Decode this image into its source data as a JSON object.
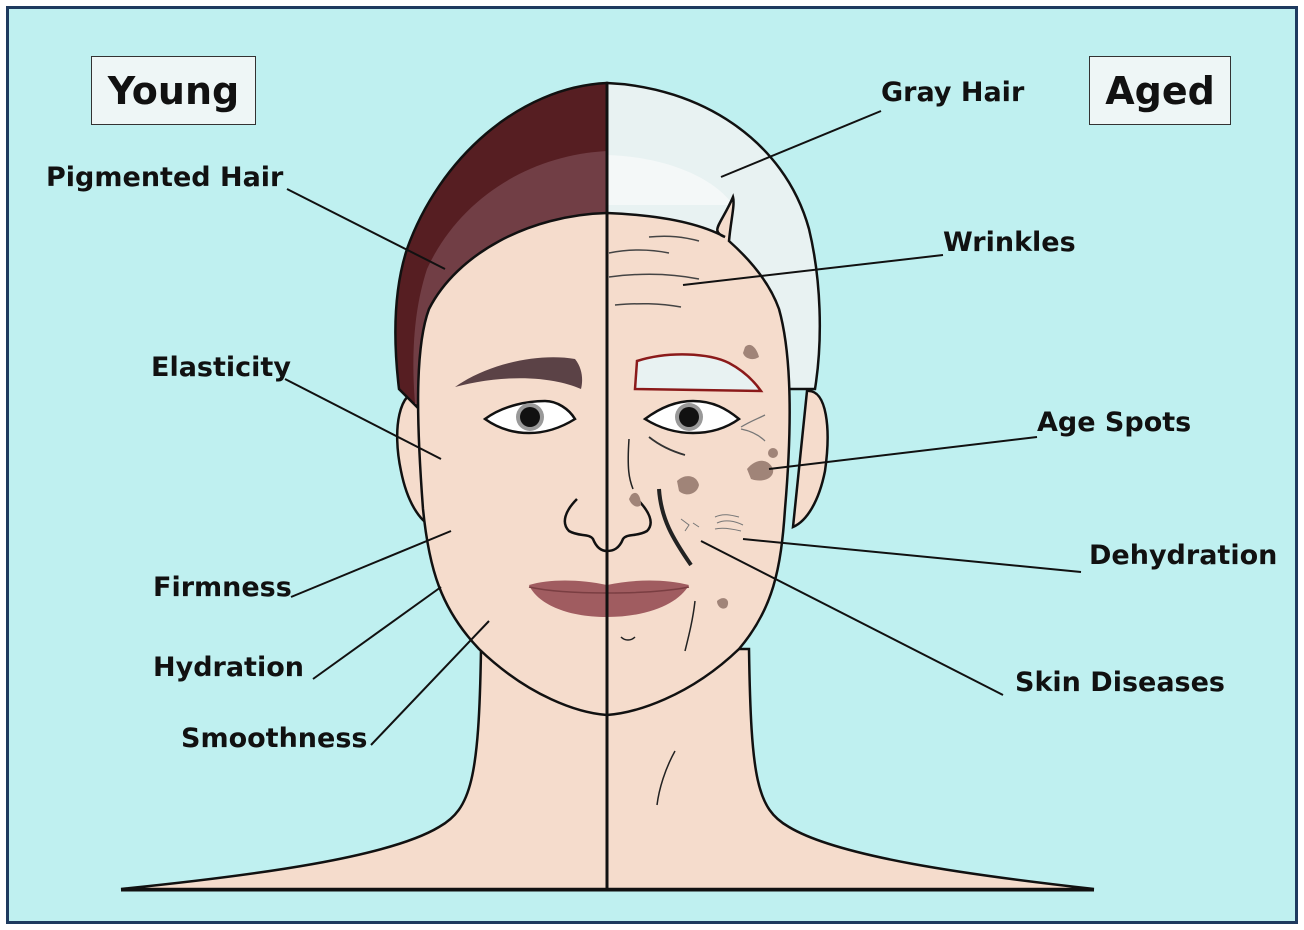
{
  "headings": {
    "young": "Young",
    "aged": "Aged"
  },
  "young_labels": {
    "pigmented_hair": "Pigmented Hair",
    "elasticity": "Elasticity",
    "firmness": "Firmness",
    "hydration": "Hydration",
    "smoothness": "Smoothness"
  },
  "aged_labels": {
    "gray_hair": "Gray Hair",
    "wrinkles": "Wrinkles",
    "age_spots": "Age Spots",
    "dehydration": "Dehydration",
    "skin_diseases": "Skin Diseases"
  },
  "colors": {
    "background": "#bff0f0",
    "border": "#1e3a5f",
    "skin": "#f5dccc",
    "hair_dark": "#561e22",
    "hair_mid": "#713e45",
    "hair_gray": "#e8f2f2",
    "lips": "#a05c60",
    "spots": "#a08478",
    "brow": "#5b4246"
  }
}
